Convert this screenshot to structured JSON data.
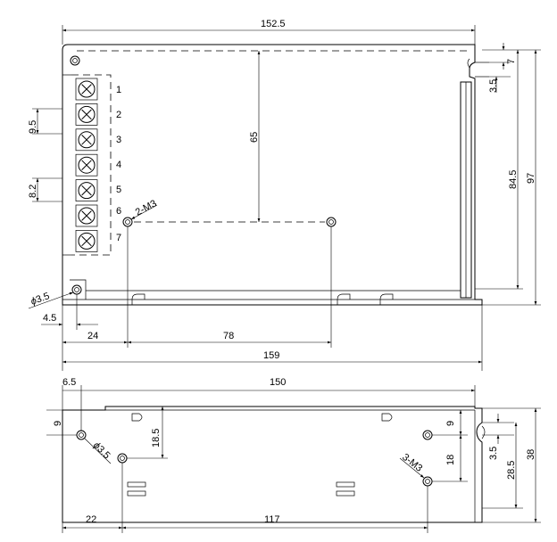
{
  "top_view": {
    "dimensions": {
      "overall_width_top": "152.5",
      "depth_dash": "65",
      "tab_height": "7",
      "tab_hole_offset": "3.5",
      "inner_height": "84.5",
      "overall_height": "97",
      "terminal_pitch_1": "9.5",
      "terminal_pitch_2": "8.2",
      "mounting_hole_label": "2-M3",
      "hole_diameter": "3.5",
      "hole_offset_bottom": "4.5",
      "offset_left": "24",
      "hole_spacing": "78",
      "overall_width_bottom": "159"
    },
    "terminal_numbers": [
      "1",
      "2",
      "3",
      "4",
      "5",
      "6",
      "7"
    ]
  },
  "bottom_view": {
    "dimensions": {
      "hole_offset_left": "6.5",
      "overall_width": "150",
      "left_hole_height": "9",
      "right_hole_height": "9",
      "hole_diameter": "3.5",
      "hole_depth": "18.5",
      "mounting_hole_label": "3-M3",
      "right_hole_spacing": "18",
      "tab_offset": "3.5",
      "hole_height_right": "28.5",
      "overall_height": "38",
      "offset_left": "22",
      "hole_spacing": "117"
    }
  }
}
